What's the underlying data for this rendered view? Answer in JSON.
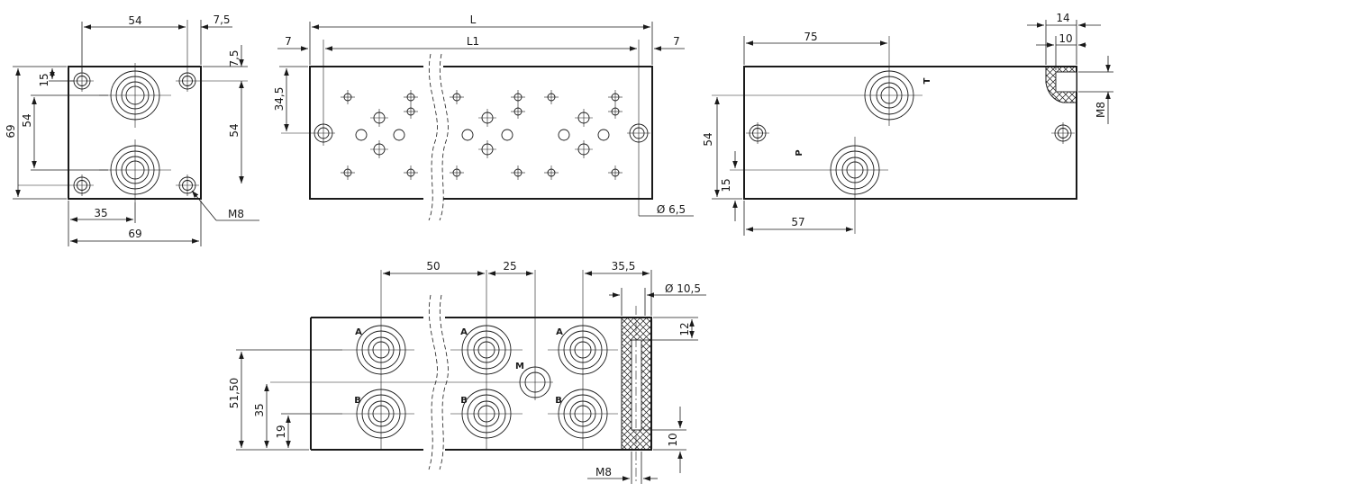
{
  "labels": {
    "front": {
      "top_54": "54",
      "top_7_5": "7,5",
      "right_7_5": "7,5",
      "left_15": "15",
      "left_54": "54",
      "left_69": "69",
      "right_54": "54",
      "bottom_35": "35",
      "bottom_69": "69",
      "thread_m8": "M8"
    },
    "long_top": {
      "L": "L",
      "L1": "L1",
      "left_7": "7",
      "right_7": "7",
      "h_34_5": "34,5",
      "dia_6_5": "Ø 6,5"
    },
    "side": {
      "top_75": "75",
      "top_14": "14",
      "top_10": "10",
      "thread_m8": "M8",
      "left_54": "54",
      "left_15": "15",
      "bottom_57": "57",
      "port_t": "T",
      "port_p": "P"
    },
    "long_bottom": {
      "d_50": "50",
      "d_25": "25",
      "d_35_5": "35,5",
      "dia_10_5": "Ø 10,5",
      "v_12": "12",
      "v_10": "10",
      "thread_m8": "M8",
      "h_51_50": "51,50",
      "h_35": "35",
      "h_19": "19",
      "port_a": "A",
      "port_b": "B",
      "port_m": "M"
    }
  }
}
